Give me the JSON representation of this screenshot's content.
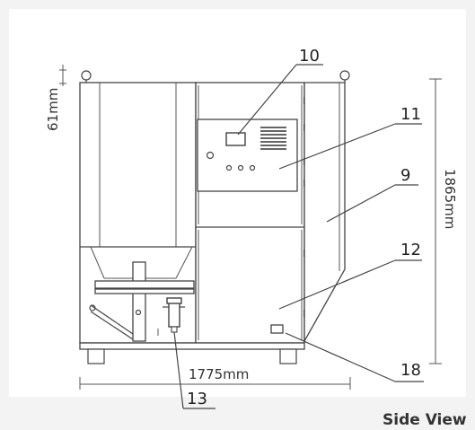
{
  "dimensions": {
    "height_small": "61mm",
    "height_total": "1865mm",
    "width_total": "1775mm"
  },
  "callouts": [
    {
      "id": "label-10",
      "text": "10"
    },
    {
      "id": "label-11",
      "text": "11"
    },
    {
      "id": "label-9",
      "text": "9"
    },
    {
      "id": "label-12",
      "text": "12"
    },
    {
      "id": "label-18",
      "text": "18"
    },
    {
      "id": "label-13",
      "text": "13"
    }
  ],
  "view_title": "Side View"
}
